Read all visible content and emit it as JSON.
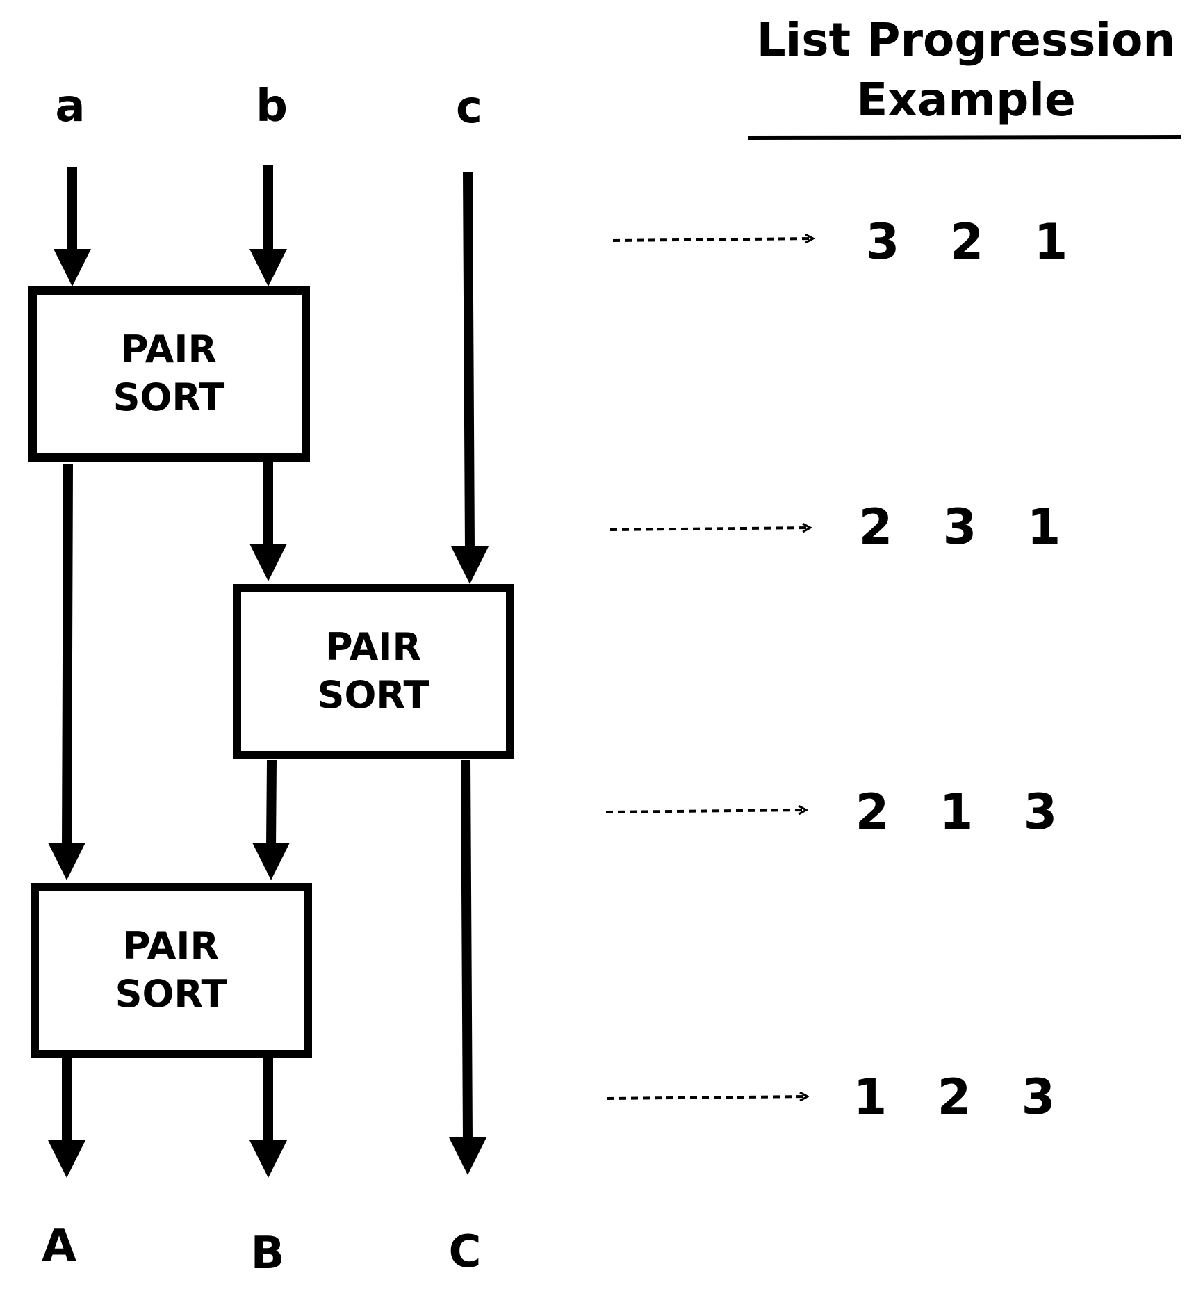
{
  "title": {
    "line1": "List Progression",
    "line2": "Example"
  },
  "inputs": [
    "a",
    "b",
    "c"
  ],
  "outputs": [
    "A",
    "B",
    "C"
  ],
  "pair_sort_boxes": [
    {
      "line1": "PAIR",
      "line2": "SORT"
    },
    {
      "line1": "PAIR",
      "line2": "SORT"
    },
    {
      "line1": "PAIR",
      "line2": "SORT"
    }
  ],
  "list_progression": [
    [
      "3",
      "2",
      "1"
    ],
    [
      "2",
      "3",
      "1"
    ],
    [
      "2",
      "1",
      "3"
    ],
    [
      "1",
      "2",
      "3"
    ]
  ],
  "colors": {
    "stroke": "#000000",
    "background": "#ffffff"
  }
}
